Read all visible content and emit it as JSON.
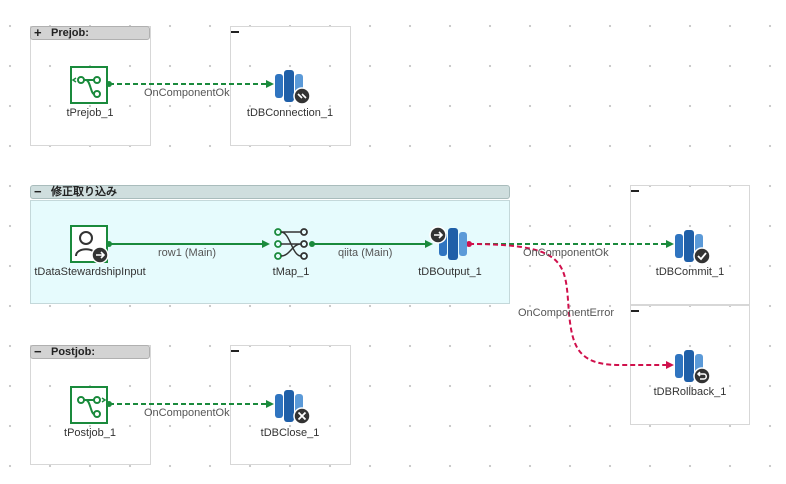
{
  "groups": {
    "prejob": {
      "toggle": "+",
      "title": "Prejob:"
    },
    "main": {
      "toggle": "−",
      "title": "修正取り込み"
    },
    "postjob": {
      "toggle": "−",
      "title": "Postjob:"
    }
  },
  "components": {
    "prejob": "tPrejob_1",
    "connection": "tDBConnection_1",
    "input": "tDataStewardshipInput",
    "map": "tMap_1",
    "output": "tDBOutput_1",
    "commit": "tDBCommit_1",
    "rollback": "tDBRollback_1",
    "postjob": "tPostjob_1",
    "close": "tDBClose_1"
  },
  "links": {
    "prejob_conn": "OnComponentOk",
    "row1": "row1 (Main)",
    "qiita": "qiita (Main)",
    "commit_ok": "OnComponentOk",
    "rollback_err": "OnComponentError",
    "postjob_close": "OnComponentOk"
  },
  "colors": {
    "ok_link": "#1a8a3c",
    "error_link": "#d0104c",
    "db_blue": "#2f74c0",
    "subjob_bg": "#e6fbfd"
  }
}
